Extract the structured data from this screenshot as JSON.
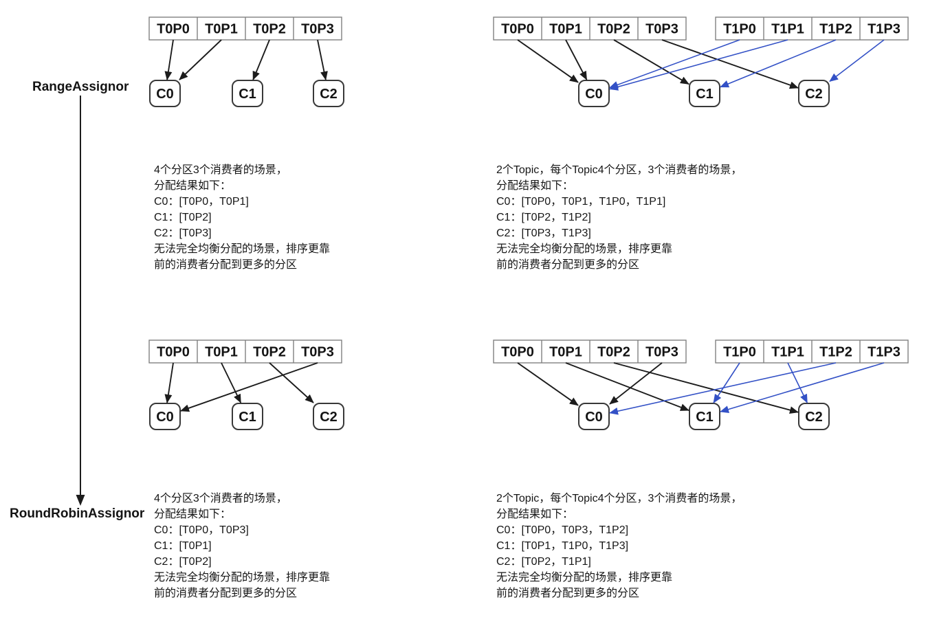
{
  "colors": {
    "arrow_black": "#1c1c1c",
    "arrow_blue": "#3351c6",
    "strip_border": "#808080",
    "consumer_border": "#383838",
    "box_fill": "#ffffff",
    "text": "#141414",
    "background": "#ffffff"
  },
  "labels": {
    "range": "RangeAssignor",
    "round_robin": "RoundRobinAssignor"
  },
  "panels": [
    {
      "id": "range-single-topic",
      "partition_groups": [
        [
          "T0P0",
          "T0P1",
          "T0P2",
          "T0P3"
        ]
      ],
      "consumers": [
        "C0",
        "C1",
        "C2"
      ],
      "edges": [
        {
          "from": "T0P0",
          "to": "C0",
          "color": "black"
        },
        {
          "from": "T0P1",
          "to": "C0",
          "color": "black"
        },
        {
          "from": "T0P2",
          "to": "C1",
          "color": "black"
        },
        {
          "from": "T0P3",
          "to": "C2",
          "color": "black"
        }
      ],
      "description_lines": [
        "4个分区3个消费者的场景，",
        "分配结果如下：",
        "C0：[T0P0，T0P1]",
        "C1：[T0P2]",
        "C2：[T0P3]",
        "无法完全均衡分配的场景，排序更靠",
        "前的消费者分配到更多的分区"
      ]
    },
    {
      "id": "range-two-topics",
      "partition_groups": [
        [
          "T0P0",
          "T0P1",
          "T0P2",
          "T0P3"
        ],
        [
          "T1P0",
          "T1P1",
          "T1P2",
          "T1P3"
        ]
      ],
      "consumers": [
        "C0",
        "C1",
        "C2"
      ],
      "edges": [
        {
          "from": "T0P0",
          "to": "C0",
          "color": "black"
        },
        {
          "from": "T0P1",
          "to": "C0",
          "color": "black"
        },
        {
          "from": "T0P2",
          "to": "C1",
          "color": "black"
        },
        {
          "from": "T0P3",
          "to": "C2",
          "color": "black"
        },
        {
          "from": "T1P0",
          "to": "C0",
          "color": "blue"
        },
        {
          "from": "T1P1",
          "to": "C0",
          "color": "blue"
        },
        {
          "from": "T1P2",
          "to": "C1",
          "color": "blue"
        },
        {
          "from": "T1P3",
          "to": "C2",
          "color": "blue"
        }
      ],
      "description_lines": [
        "2个Topic，每个Topic4个分区，3个消费者的场景，",
        "分配结果如下：",
        "C0：[T0P0，T0P1，T1P0，T1P1]",
        "C1：[T0P2，T1P2]",
        "C2：[T0P3，T1P3]",
        "无法完全均衡分配的场景，排序更靠",
        "前的消费者分配到更多的分区"
      ]
    },
    {
      "id": "roundrobin-single-topic",
      "partition_groups": [
        [
          "T0P0",
          "T0P1",
          "T0P2",
          "T0P3"
        ]
      ],
      "consumers": [
        "C0",
        "C1",
        "C2"
      ],
      "edges": [
        {
          "from": "T0P0",
          "to": "C0",
          "color": "black"
        },
        {
          "from": "T0P1",
          "to": "C1",
          "color": "black"
        },
        {
          "from": "T0P2",
          "to": "C2",
          "color": "black"
        },
        {
          "from": "T0P3",
          "to": "C0",
          "color": "black"
        }
      ],
      "description_lines": [
        "4个分区3个消费者的场景，",
        "分配结果如下：",
        "C0：[T0P0，T0P3]",
        "C1：[T0P1]",
        "C2：[T0P2]",
        "无法完全均衡分配的场景，排序更靠",
        "前的消费者分配到更多的分区"
      ]
    },
    {
      "id": "roundrobin-two-topics",
      "partition_groups": [
        [
          "T0P0",
          "T0P1",
          "T0P2",
          "T0P3"
        ],
        [
          "T1P0",
          "T1P1",
          "T1P2",
          "T1P3"
        ]
      ],
      "consumers": [
        "C0",
        "C1",
        "C2"
      ],
      "edges": [
        {
          "from": "T0P0",
          "to": "C0",
          "color": "black"
        },
        {
          "from": "T0P1",
          "to": "C1",
          "color": "black"
        },
        {
          "from": "T0P2",
          "to": "C2",
          "color": "black"
        },
        {
          "from": "T0P3",
          "to": "C0",
          "color": "black"
        },
        {
          "from": "T1P0",
          "to": "C1",
          "color": "blue"
        },
        {
          "from": "T1P1",
          "to": "C2",
          "color": "blue"
        },
        {
          "from": "T1P2",
          "to": "C0",
          "color": "blue"
        },
        {
          "from": "T1P3",
          "to": "C1",
          "color": "blue"
        }
      ],
      "description_lines": [
        "2个Topic，每个Topic4个分区，3个消费者的场景，",
        "分配结果如下：",
        "C0：[T0P0，T0P3，T1P2]",
        "C1：[T0P1，T1P0，T1P3]",
        "C2：[T0P2，T1P1]",
        "无法完全均衡分配的场景，排序更靠",
        "前的消费者分配到更多的分区"
      ]
    }
  ]
}
